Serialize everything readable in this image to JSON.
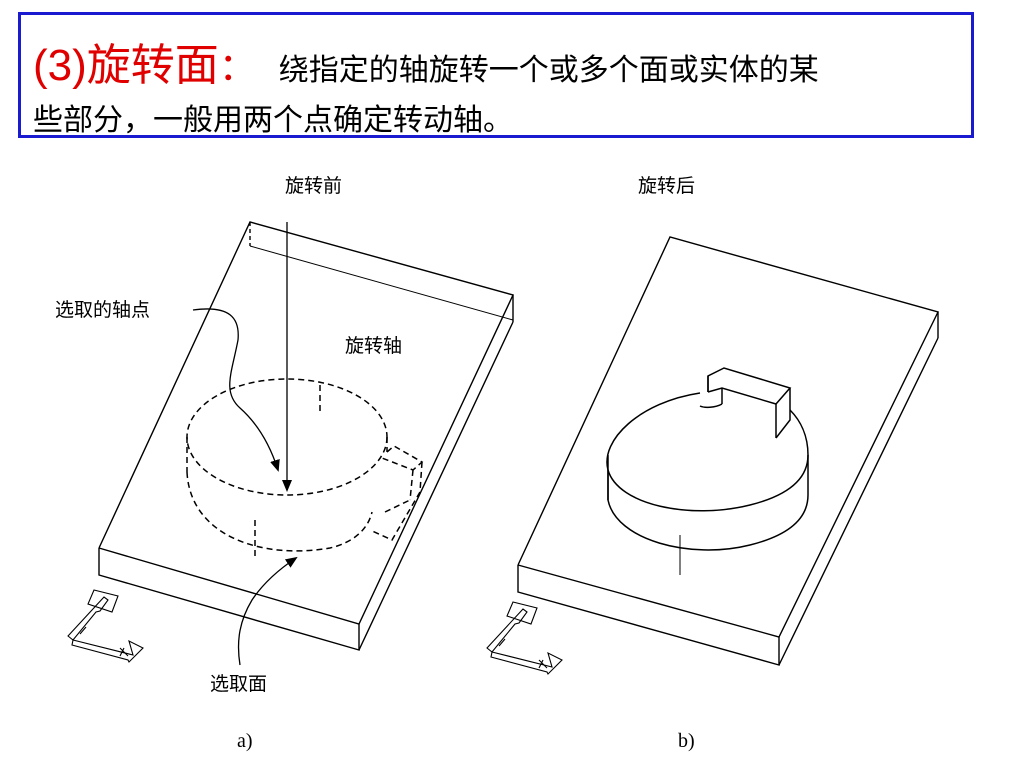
{
  "banner": {
    "heading": "(3)旋转面",
    "colon": "：",
    "desc_line1": "绕指定的轴旋转一个或多个面或实体的某",
    "desc_line2": "些部分，一般用两个点确定转动轴。"
  },
  "figure_a": {
    "title": "旋转前",
    "label_axis_point": "选取的轴点",
    "label_axis": "旋转轴",
    "label_face": "选取面",
    "caption": "a)"
  },
  "figure_b": {
    "title": "旋转后",
    "caption": "b)"
  },
  "colors": {
    "heading": "#e00000",
    "border": "#1a1ad0",
    "ink": "#000000"
  }
}
